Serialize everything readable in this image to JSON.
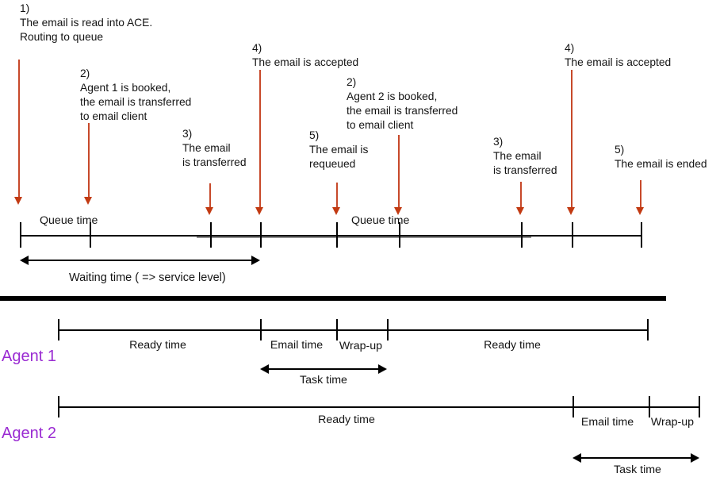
{
  "events": [
    {
      "name": "email-read-into-ace",
      "label": "1)\nThe email is read into ACE.\nRouting to queue"
    },
    {
      "name": "agent1-booked",
      "label": "2)\nAgent 1 is booked,\nthe email is transferred\nto email client"
    },
    {
      "name": "email-transferred-first",
      "label": "3)\nThe email\nis transferred"
    },
    {
      "name": "email-accepted-first",
      "label": "4)\nThe email is accepted"
    },
    {
      "name": "email-requeued",
      "label": "5)\nThe email is\nrequeued"
    },
    {
      "name": "agent2-booked",
      "label": "2)\nAgent 2 is booked,\nthe email is transferred\nto email client"
    },
    {
      "name": "email-transferred-second",
      "label": "3)\nThe email\nis transferred"
    },
    {
      "name": "email-accepted-second",
      "label": "4)\nThe email is accepted"
    },
    {
      "name": "email-ended",
      "label": "5)\nThe email is ended"
    }
  ],
  "queue_timeline": {
    "queue_time_left": "Queue time",
    "queue_time_right": "Queue time",
    "waiting_time": "Waiting time ( => service level)"
  },
  "agent1": {
    "name": "Agent 1",
    "segments": [
      "Ready time",
      "Email time",
      "Wrap-up",
      "Ready time"
    ],
    "task_time": "Task time"
  },
  "agent2": {
    "name": "Agent 2",
    "segments": [
      "Ready time",
      "Email time",
      "Wrap-up"
    ],
    "task_time": "Task time"
  },
  "colors": {
    "event_arrow": "#c7492a",
    "agent_name": "#9a2bd2",
    "timeline": "#000000",
    "timeline_gray_overlap": "#8f8f8f"
  }
}
